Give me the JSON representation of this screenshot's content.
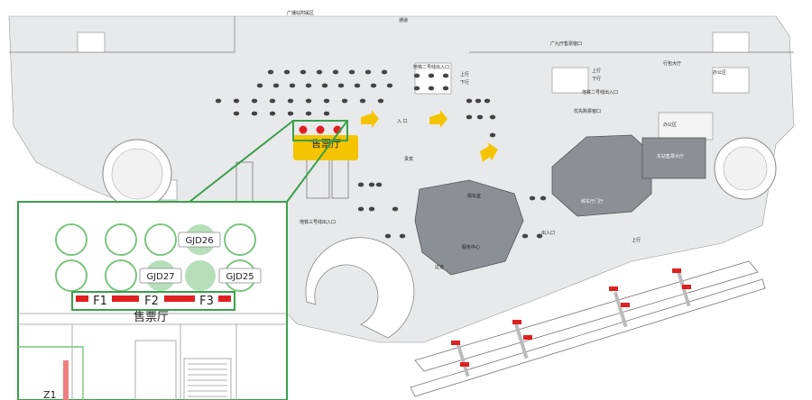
{
  "map": {
    "labels": {
      "ticket_hall": "售票厅",
      "guangzhou_hall": "广播站附属区",
      "passage": "通道",
      "guangjiu_ticket": "广九厅售票窗口",
      "parcel_hall": "行包大厅",
      "office": "办公区",
      "metro_line2_a": "地铁二号线出入口",
      "metro_line2_b": "地铁二号线出入口",
      "metro_line3": "地铁三号线出入口",
      "up_a": "上行",
      "down_a": "下行",
      "up_b": "上行",
      "down_b": "下行",
      "priority_window": "优先购票窗口",
      "office2": "办公区",
      "east_ticket_hall": "东站售票大厅",
      "vip": "贵宾",
      "waiting_hall": "候车室",
      "service_center": "服务中心",
      "waiting_door": "候车厅门厅",
      "entrance": "出入口",
      "up_c": "上行",
      "transfer": "过道",
      "entry_marks": "入  口"
    },
    "inset": {
      "hall_label": "售票厅",
      "devices": [
        "GJD26",
        "GJD27",
        "GJD25"
      ],
      "gates": [
        "F1",
        "F2",
        "F3"
      ],
      "corner_label": "Z1"
    },
    "colors": {
      "highlight_green": "#3aa04a",
      "marker_red": "#e02020",
      "arrow_yellow": "#f5c400",
      "building_gray": "#8c8f94",
      "floor_gray": "#e8e9eb"
    }
  }
}
